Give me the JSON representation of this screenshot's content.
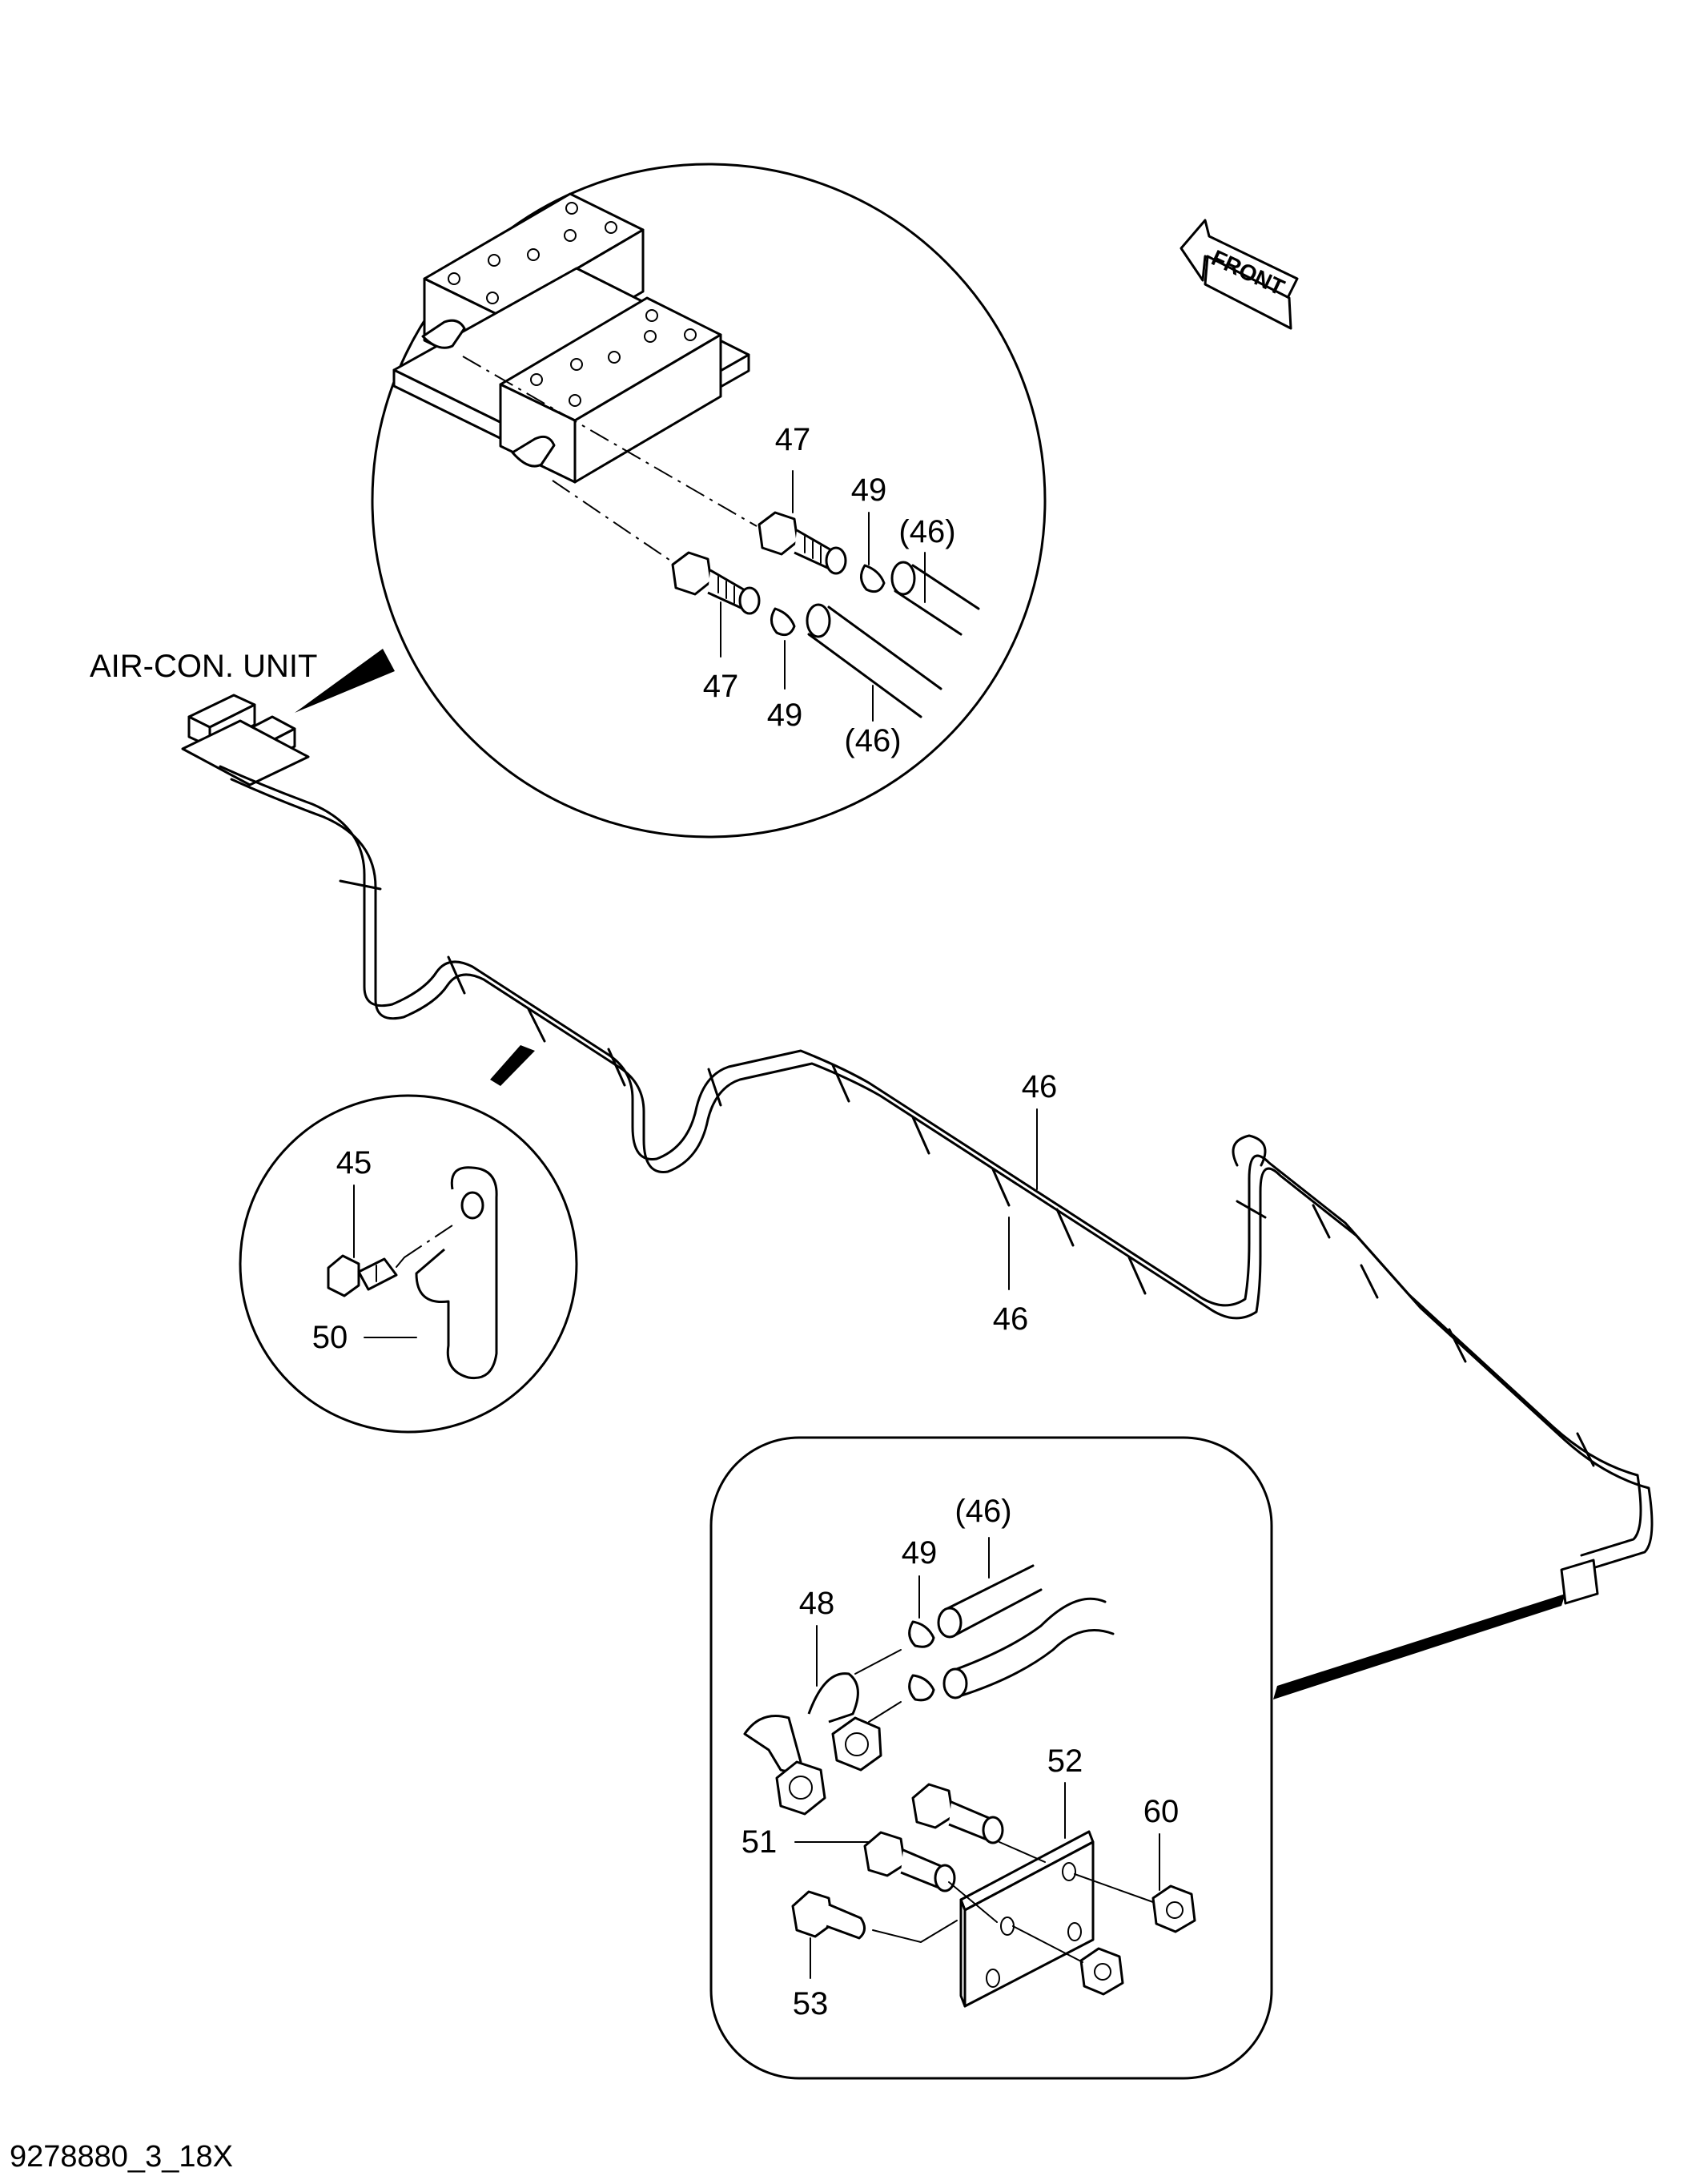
{
  "labels": {
    "unit_name": "AIR-CON. UNIT",
    "front": "FRONT",
    "drawing_code": "9278880_3_18X"
  },
  "detail_top": {
    "callouts": [
      "47",
      "49",
      "(46)",
      "47",
      "49",
      "(46)"
    ]
  },
  "detail_left": {
    "callouts": [
      "45",
      "50"
    ]
  },
  "main_route": {
    "callouts": [
      "46",
      "46"
    ]
  },
  "detail_bottom": {
    "callouts": [
      "(46)",
      "49",
      "48",
      "52",
      "60",
      "51",
      "53"
    ]
  }
}
